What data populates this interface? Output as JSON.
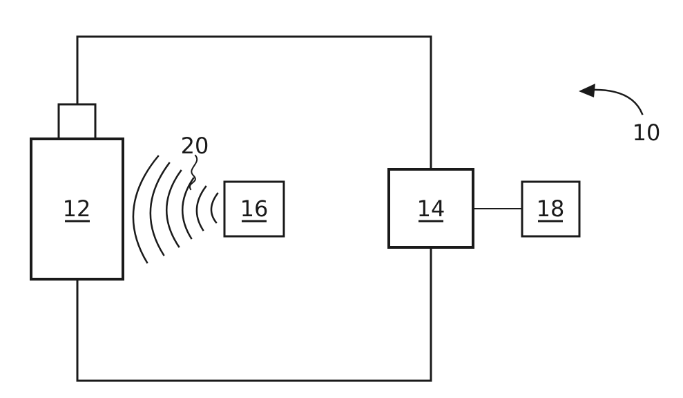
{
  "labels": {
    "system": "10",
    "camera": "12",
    "receiver": "14",
    "target": "16",
    "external": "18",
    "waves": "20"
  },
  "colors": {
    "ink": "#1a1a1a",
    "background": "#ffffff"
  }
}
